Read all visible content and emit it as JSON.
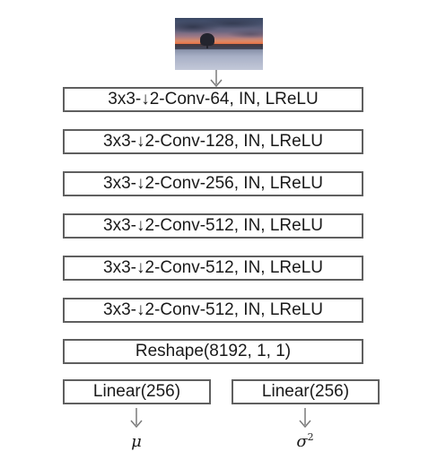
{
  "layers": [
    {
      "label": "3x3-↓2-Conv-64, IN, LReLU"
    },
    {
      "label": "3x3-↓2-Conv-128, IN, LReLU"
    },
    {
      "label": "3x3-↓2-Conv-256, IN, LReLU"
    },
    {
      "label": "3x3-↓2-Conv-512, IN, LReLU"
    },
    {
      "label": "3x3-↓2-Conv-512, IN, LReLU"
    },
    {
      "label": "3x3-↓2-Conv-512, IN, LReLU"
    },
    {
      "label": "Reshape(8192, 1, 1)"
    }
  ],
  "heads": [
    {
      "label": "Linear(256)",
      "output": "μ",
      "output_sup": ""
    },
    {
      "label": "Linear(256)",
      "output": "σ",
      "output_sup": "2"
    }
  ],
  "colors": {
    "box_border": "#5f5f5f",
    "arrow": "#7a7a7a",
    "text": "#1a1a1a"
  }
}
